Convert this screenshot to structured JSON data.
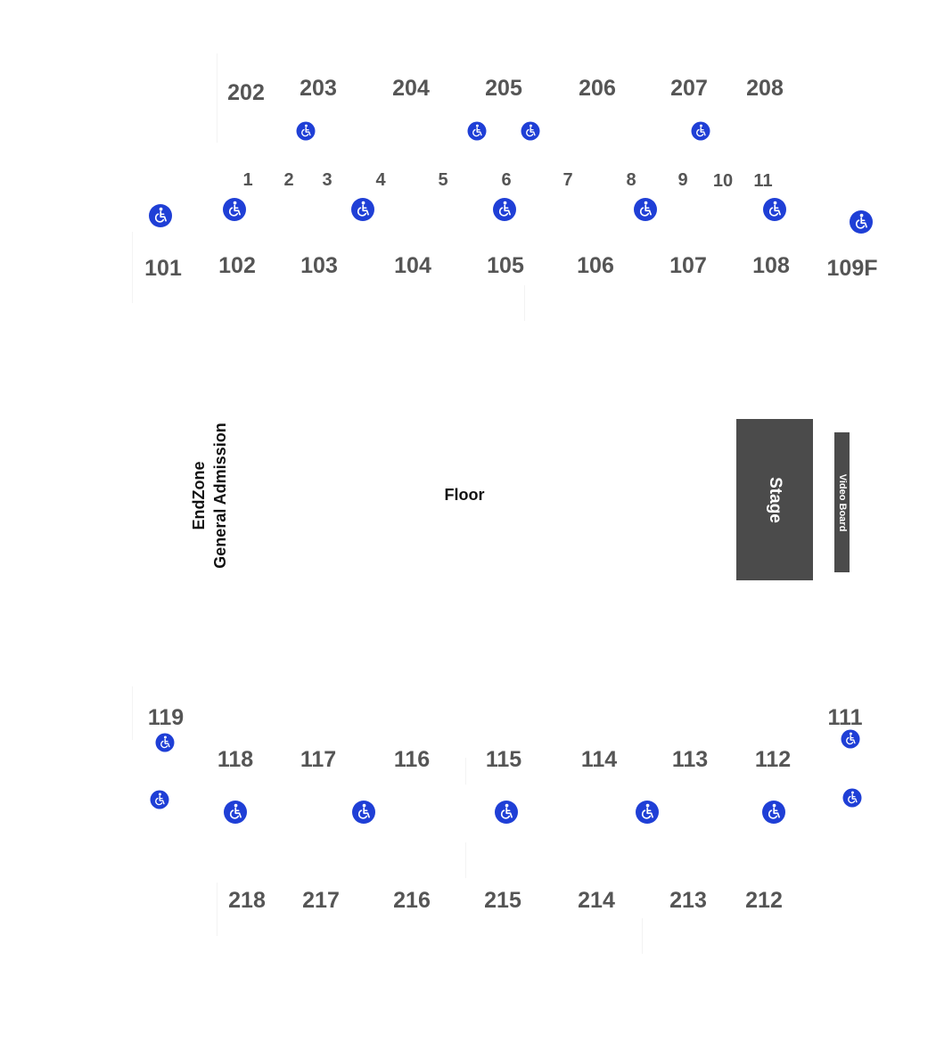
{
  "upper_sections_top": [
    "202",
    "203",
    "204",
    "205",
    "206",
    "207",
    "208"
  ],
  "rows": [
    "1",
    "2",
    "3",
    "4",
    "5",
    "6",
    "7",
    "8",
    "9",
    "10",
    "11"
  ],
  "lower_sections_top": [
    "101",
    "102",
    "103",
    "104",
    "105",
    "106",
    "107",
    "108",
    "109F"
  ],
  "side_sections": [
    "119",
    "111"
  ],
  "lower_sections_bottom": [
    "118",
    "117",
    "116",
    "115",
    "114",
    "113",
    "112"
  ],
  "upper_sections_bottom": [
    "218",
    "217",
    "216",
    "215",
    "214",
    "213",
    "212"
  ],
  "endzone": {
    "line1": "EndZone",
    "line2": "General Admission"
  },
  "floor": "Floor",
  "stage": "Stage",
  "video_board": "Video Board",
  "colors": {
    "section_text": "#555555",
    "accessible": "#1f3fd6",
    "stage": "#4b4b4b"
  },
  "icons": {
    "accessible": "wheelchair-icon"
  }
}
